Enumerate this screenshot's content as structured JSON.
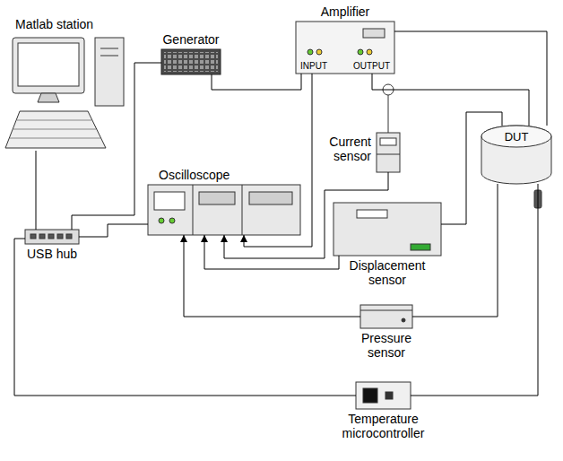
{
  "diagram": {
    "nodes": [
      {
        "text": [
          "Matlab station"
        ]
      },
      {
        "text": [
          "Generator"
        ]
      },
      {
        "text": [
          "Amplifier",
          "INPUT",
          "OUTPUT"
        ]
      },
      {
        "text": [
          "Current sensor"
        ]
      },
      {
        "text": [
          "Oscilloscope"
        ]
      },
      {
        "text": [
          "Displacement sensor"
        ]
      },
      {
        "text": [
          "DUT"
        ]
      },
      {
        "text": [
          "USB hub"
        ]
      },
      {
        "text": [
          "Pressure sensor"
        ]
      },
      {
        "text": [
          "Temperature microcontroller"
        ]
      }
    ],
    "edges": [
      {
        "from": 0,
        "to": 7,
        "arrow": "none"
      },
      {
        "from": 1,
        "to": 7,
        "arrow": "none"
      },
      {
        "from": 1,
        "to": 2,
        "arrow": "none"
      },
      {
        "from": 2,
        "to": 6,
        "arrow": "none"
      },
      {
        "from": 2,
        "to": 6,
        "arrow": "none"
      },
      {
        "from": 2,
        "to": 4,
        "arrow": "to"
      },
      {
        "from": 3,
        "to": 4,
        "arrow": "to"
      },
      {
        "from": 5,
        "to": 4,
        "arrow": "to"
      },
      {
        "from": 8,
        "to": 4,
        "arrow": "to"
      },
      {
        "from": 7,
        "to": 4,
        "arrow": "none"
      },
      {
        "from": 5,
        "to": 6,
        "arrow": "none"
      },
      {
        "from": 8,
        "to": 6,
        "arrow": "none"
      },
      {
        "from": 7,
        "to": 9,
        "arrow": "none"
      },
      {
        "from": 9,
        "to": 6,
        "arrow": "none"
      }
    ]
  }
}
